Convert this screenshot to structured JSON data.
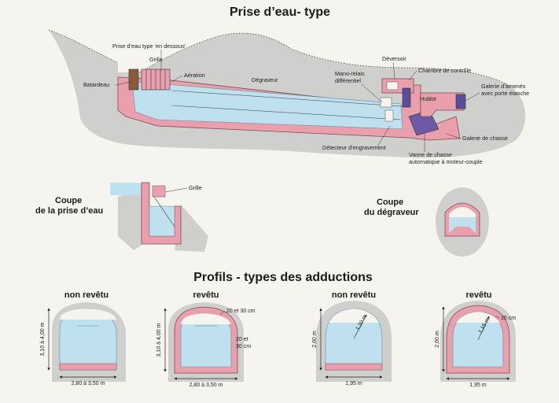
{
  "titles": {
    "main": "Prise d’eau- type",
    "section2": "Profils - types des adductions"
  },
  "main_labels": {
    "prise_dessous": "Prise d’eau type ‘en dessous’",
    "grille": "Grille",
    "batardeau": "Batardeau",
    "aeration": "Aération",
    "degraveur": "Dégraveur",
    "mano_1": "Mano-relais",
    "mano_2": "différentiel",
    "deversoir": "Déversoir",
    "chambre": "Chambre de contrôle",
    "galerie_am_1": "Galerie d’amenés",
    "galerie_am_2": "avec porte étanche",
    "hublot": "Hublot",
    "galerie_chasse": "Galerie de chasse",
    "detecteur": "Détecteur d’engravement",
    "vanne_1": "Vanne de chasse",
    "vanne_2": "automatique à moteur-couple"
  },
  "coupes": {
    "prise_1": "Coupe",
    "prise_2": "de la prise d’eau",
    "prise_grille": "Grille",
    "degr_1": "Coupe",
    "degr_2": "du dégraveur"
  },
  "profiles": [
    {
      "title": "non revêtu",
      "height": "3,10 à 4,00 m",
      "width": "2,80 à 3,50 m"
    },
    {
      "title": "revêtu",
      "height": "3,10 à 4,00 m",
      "width": "2,80 à 3,50 m",
      "note1": "20 et 30 cm",
      "note2a": "20 et",
      "note2b": "30 cm"
    },
    {
      "title": "non revêtu",
      "height": "2,60 m",
      "width": "1,95 m",
      "radius": "1,30 m"
    },
    {
      "title": "revêtu",
      "height": "2,60 m",
      "width": "1,95 m",
      "radius": "1,15 m",
      "note1": "15 cm"
    }
  ],
  "colors": {
    "water": "#bfe0ef",
    "concrete": "#e9a0ac",
    "rock": "#cfcfcd",
    "paper": "#f5f4ef"
  }
}
